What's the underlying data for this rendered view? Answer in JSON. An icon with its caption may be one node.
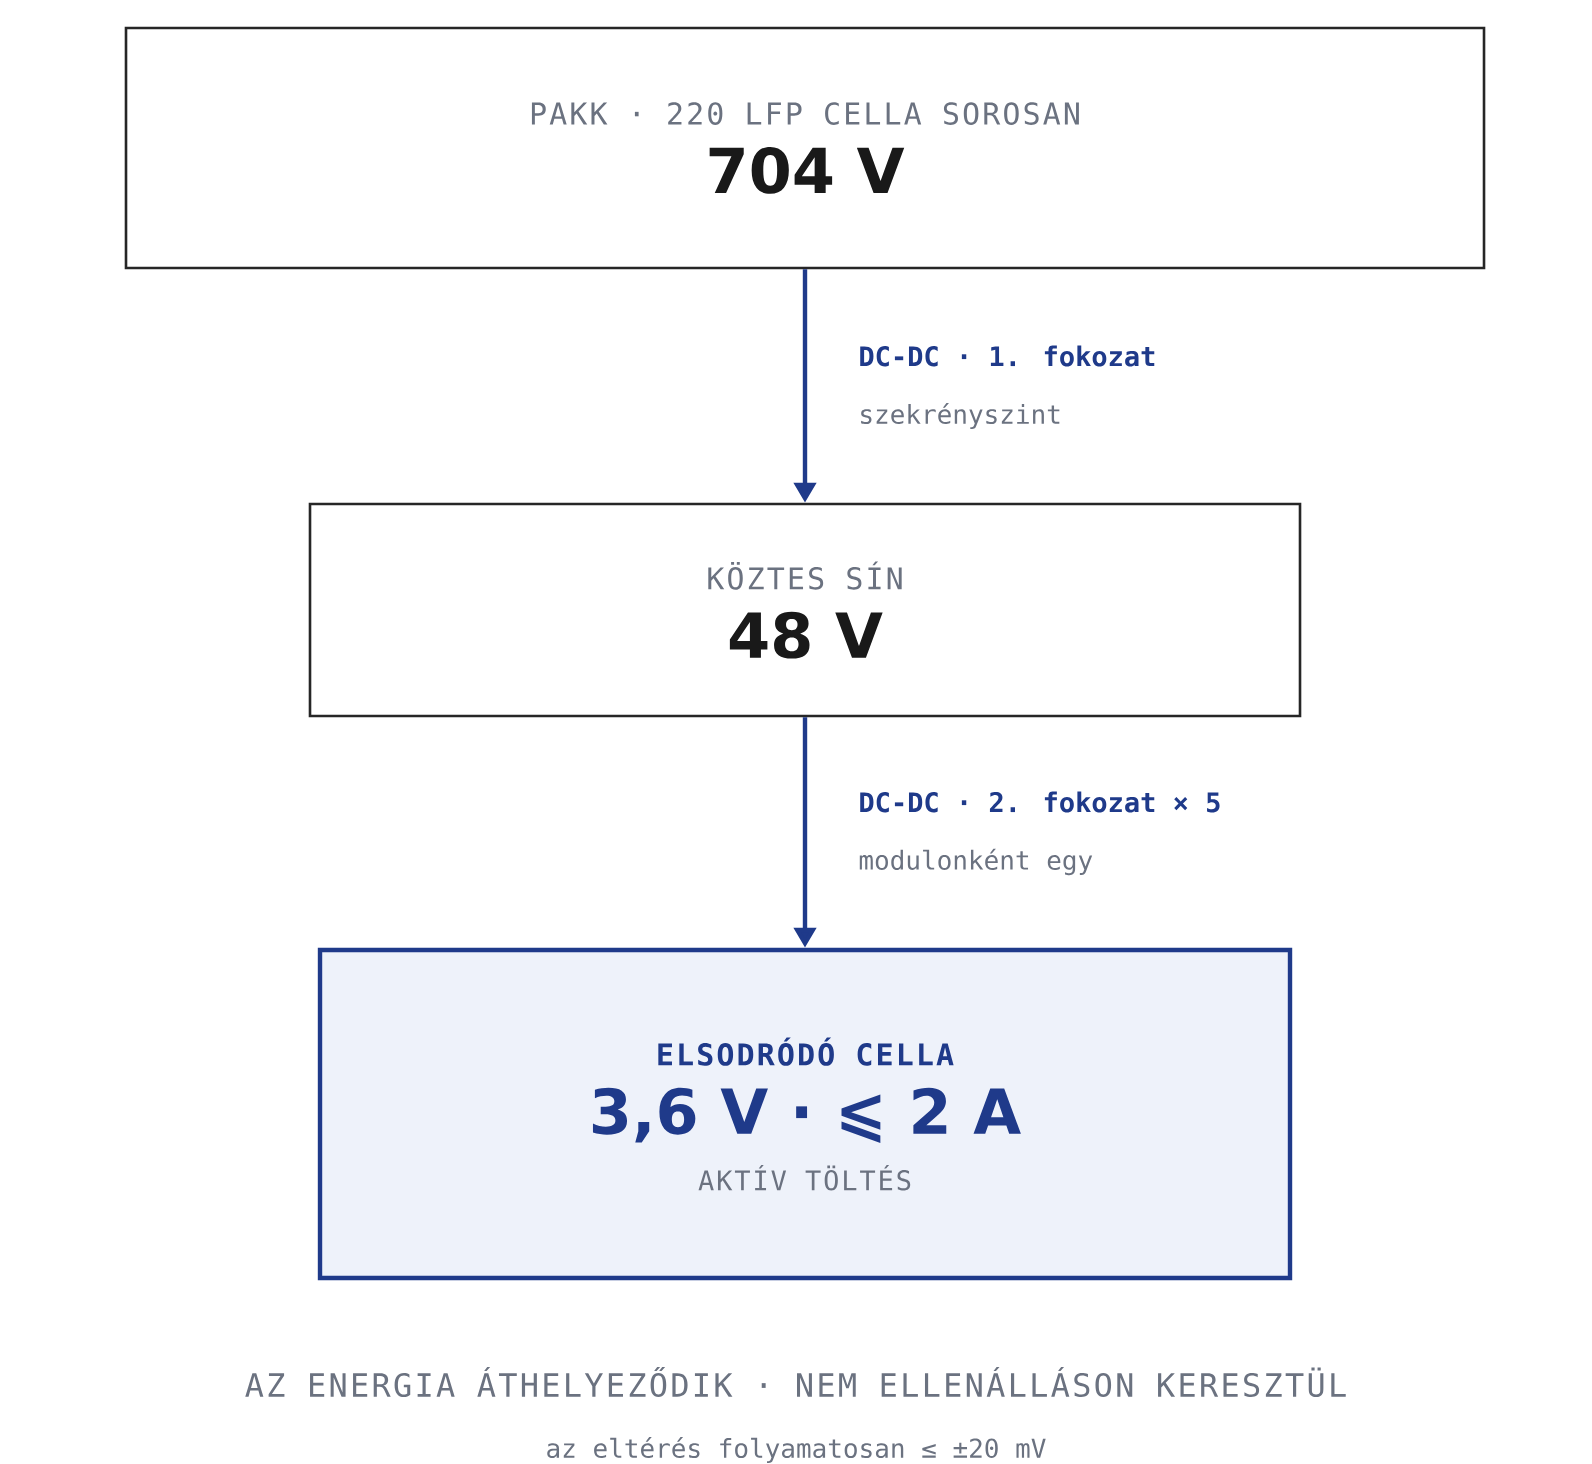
{
  "diagram": {
    "nodes": [
      {
        "text": [
          "PAKK · 220 LFP CELLA SOROSAN",
          "704 V"
        ]
      },
      {
        "text": [
          "KÖZTES SÍN",
          "48 V"
        ]
      },
      {
        "text": [
          "ELSODRÓDÓ CELLA",
          "3,6 V · ⩽ 2 A",
          "AKTÍV TÖLTÉS"
        ]
      }
    ],
    "edges": [
      {
        "from": 0,
        "to": 1,
        "arrow": "to",
        "label": "DC-DC · 1. fokozat"
      },
      {
        "from": 1,
        "to": 2,
        "arrow": "to",
        "label": "DC-DC · 2. fokozat × 5"
      }
    ],
    "labels": [
      "szekrényszint",
      "modulonként egy",
      "AZ ENERGIA ÁTHELYEZŐDIK · NEM ELLENÁLLÁSON KERESZTÜL",
      "az eltérés folyamatosan ≤ ±20 mV"
    ]
  }
}
